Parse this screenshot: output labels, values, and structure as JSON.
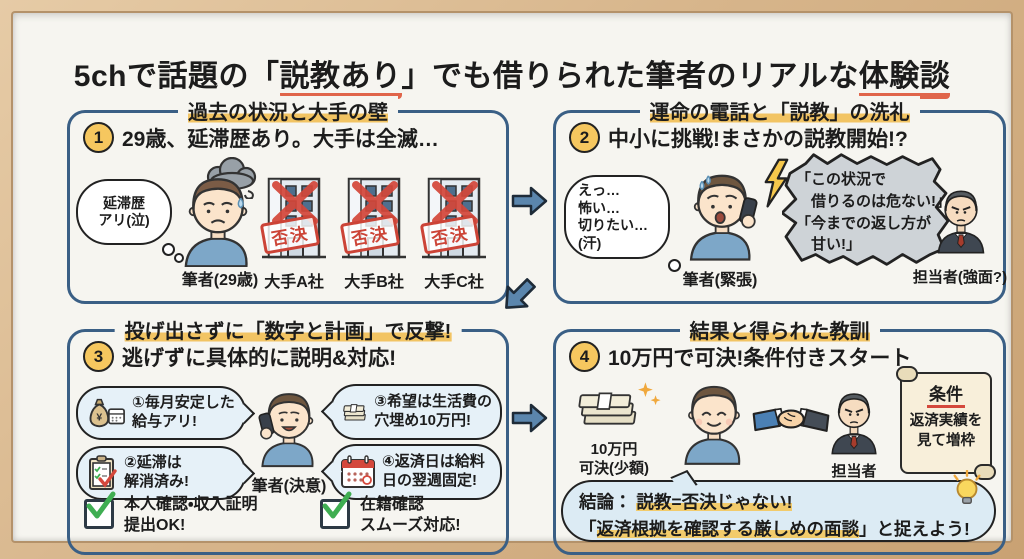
{
  "colors": {
    "wood_frame": "#d7b58b",
    "board_bg": "#f6f5f0",
    "panel_border": "#3a5f85",
    "header_highlight": "#f2c463",
    "title_underline": "#e0654a",
    "number_badge": "#f6c75f",
    "arrow_blue": "#5b86ad",
    "reject_red": "#cc4437",
    "bubble_blue": "#e6f1f8",
    "speech_gray": "#ced3d7",
    "check_green": "#3fae52",
    "conclusion_bg": "#dcebf4"
  },
  "icons": {
    "sparkle_glyph": "✦"
  },
  "title": {
    "part1": "5chで話題の「",
    "underline1": "説教あり",
    "part2": "」でも借りられた筆者のリアルな",
    "underline2": "体験談"
  },
  "panel1": {
    "header": "過去の状況と大手の壁",
    "number": "1",
    "headline": "29歳、延滞歴あり。大手は全滅…",
    "thought_line1": "延滞歴",
    "thought_line2": "アリ(泣)",
    "author_caption": "筆者(29歳)",
    "stamp": "否決",
    "companies": [
      {
        "name": "大手A社"
      },
      {
        "name": "大手B社"
      },
      {
        "name": "大手C社"
      }
    ]
  },
  "panel2": {
    "header": "運命の電話と「説教」の洗礼",
    "number": "2",
    "headline": "中小に挑戦!まさかの説教開始!?",
    "thought_line1": "えっ…",
    "thought_line2": "怖い…",
    "thought_line3": "切りたい…(汗)",
    "author_caption": "筆者(緊張)",
    "speech_line1": "「この状況で",
    "speech_line2": "　借りるのは危ない!」",
    "speech_line3": "「今までの返し方が",
    "speech_line4": "　甘い!」",
    "agent_caption": "担当者(強面?)"
  },
  "panel3": {
    "header": "投げ出さずに「数字と計画」で反撃!",
    "number": "3",
    "headline": "逃げずに具体的に説明&対応!",
    "bubble1_line1": "①毎月安定した",
    "bubble1_line2": "給与アリ!",
    "bubble2_line1": "②延滞は",
    "bubble2_line2": "解消済み!",
    "bubble3_line1": "③希望は生活費の",
    "bubble3_line2": "穴埋め10万円!",
    "bubble4_line1": "④返済日は給料",
    "bubble4_line2": "日の翌週固定!",
    "author_caption": "筆者(決意)",
    "check1_line1": "本人確認・収入証明",
    "check1_line2": "提出OK!",
    "check2_line1": "在籍確認",
    "check2_line2": "スムーズ対応!"
  },
  "panel4": {
    "header": "結果と得られた教訓",
    "number": "4",
    "headline": "10万円で可決!条件付きスタート",
    "money_line1": "10万円",
    "money_line2": "可決(少額)",
    "agent_caption": "担当者",
    "scroll_title": "条件",
    "scroll_line1": "返済実績を",
    "scroll_line2": "見て増枠",
    "conclusion_prefix": "結論：",
    "conclusion_hl1": "説教=否決じゃない!",
    "conclusion_open": "「",
    "conclusion_hl2": "返済根拠を確認する厳しめの面談",
    "conclusion_suffix": "」と捉えよう!"
  }
}
